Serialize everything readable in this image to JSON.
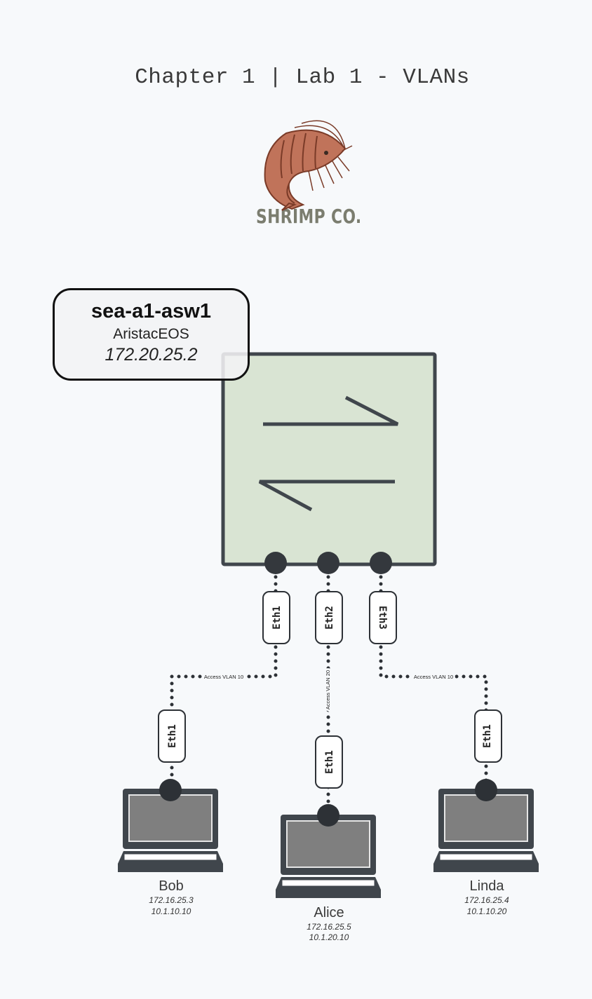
{
  "title": "Chapter 1 | Lab 1 - VLANs",
  "logo": {
    "brand": "SHRIMP CO.",
    "icon": "shrimp-icon",
    "color": "#c0735a"
  },
  "switch": {
    "name": "sea-a1-asw1",
    "os": "AristacEOS",
    "mgmt_ip": "172.20.25.2",
    "fill": "#d9e4d3",
    "ports": [
      "Eth1",
      "Eth2",
      "Eth3"
    ]
  },
  "links": [
    {
      "switch_port": "Eth1",
      "vlan_label": "Access VLAN 10",
      "host": "Bob",
      "host_port": "Eth1"
    },
    {
      "switch_port": "Eth2",
      "vlan_label": "Access VLAN 20",
      "host": "Alice",
      "host_port": "Eth1"
    },
    {
      "switch_port": "Eth3",
      "vlan_label": "Access VLAN 10",
      "host": "Linda",
      "host_port": "Eth1"
    }
  ],
  "hosts": [
    {
      "name": "Bob",
      "ips": [
        "172.16.25.3",
        "10.1.10.10"
      ]
    },
    {
      "name": "Alice",
      "ips": [
        "172.16.25.5",
        "10.1.20.10"
      ]
    },
    {
      "name": "Linda",
      "ips": [
        "172.16.25.4",
        "10.1.10.20"
      ]
    }
  ]
}
